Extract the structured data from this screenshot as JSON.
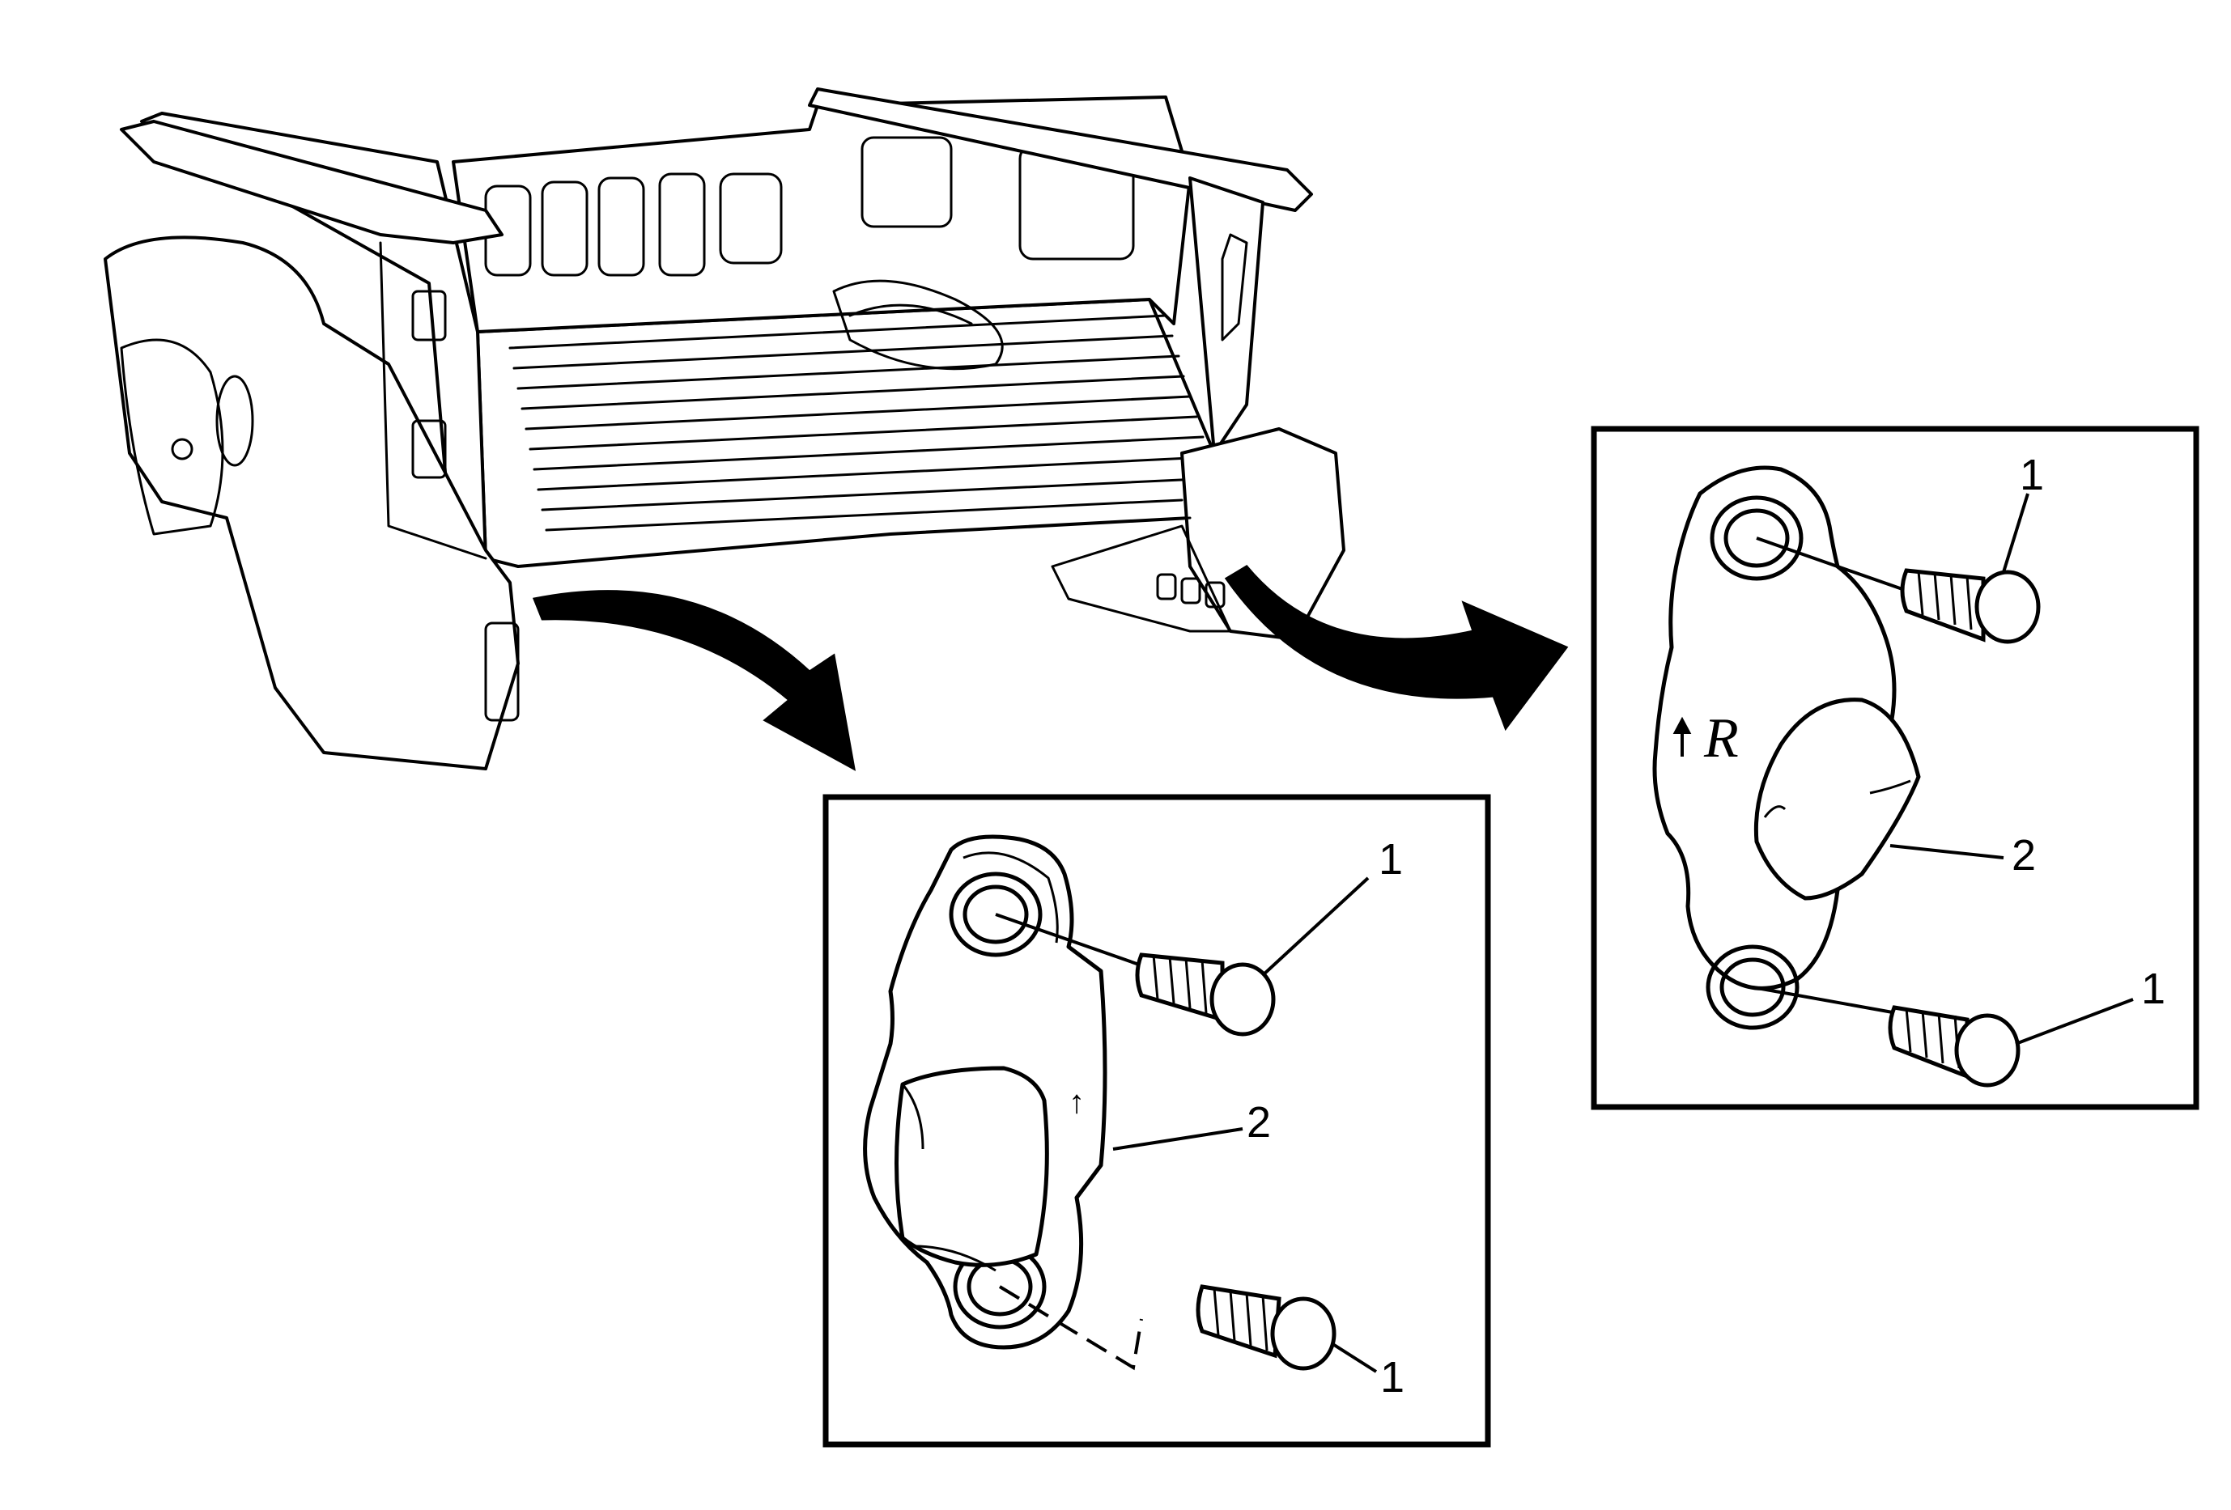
{
  "diagram": {
    "left_detail": {
      "labels": [
        "1",
        "2",
        "1"
      ],
      "marking": "↑"
    },
    "right_detail": {
      "labels": [
        "1",
        "2",
        "1"
      ],
      "marking": "R"
    }
  }
}
